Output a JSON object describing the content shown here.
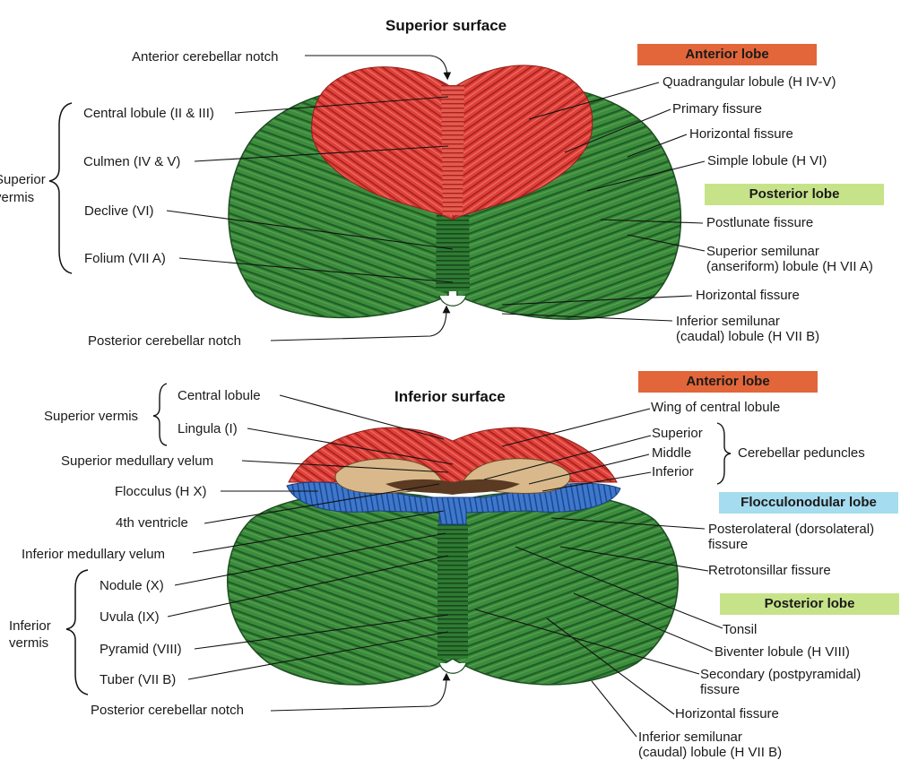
{
  "colors": {
    "anterior_lobe": "#e2663a",
    "posterior_lobe": "#c7e38a",
    "flocculonodular_lobe": "#a6dcef",
    "green_lobe": "#3b8b3c",
    "red_lobe": "#e0403a",
    "blue_lobe": "#3b76c9"
  },
  "superior": {
    "title": "Superior surface",
    "anterior_notch": "Anterior cerebellar notch",
    "posterior_notch": "Posterior cerebellar notch",
    "vermis_group": "Superior\nvermis",
    "vermis_items": [
      "Central lobule (II & III)",
      "Culmen (IV & V)",
      "Declive (VI)",
      "Folium (VII A)"
    ],
    "anterior_lobe_box": "Anterior lobe",
    "posterior_lobe_box": "Posterior lobe",
    "right_labels": {
      "quadrangular": "Quadrangular lobule (H IV-V)",
      "primary_fissure": "Primary fissure",
      "horizontal_fissure_1": "Horizontal fissure",
      "simple_lobule": "Simple lobule (H VI)",
      "postlunate": "Postlunate fissure",
      "superior_semilunar": "Superior semilunar\n(anseriform) lobule (H VII A)",
      "horizontal_fissure_2": "Horizontal fissure",
      "inferior_semilunar": "Inferior semilunar\n(caudal) lobule (H VII B)"
    }
  },
  "inferior": {
    "title": "Inferior surface",
    "superior_vermis_group": "Superior vermis",
    "central_lobule": "Central lobule",
    "lingula": "Lingula (I)",
    "superior_medullary_velum": "Superior medullary velum",
    "flocculus": "Flocculus (H X)",
    "fourth_ventricle": "4th ventricle",
    "inferior_medullary_velum": "Inferior medullary velum",
    "inferior_vermis_group": "Inferior\nvermis",
    "inferior_vermis_items": [
      "Nodule (X)",
      "Uvula (IX)",
      "Pyramid (VIII)",
      "Tuber (VII B)"
    ],
    "posterior_notch": "Posterior cerebellar notch",
    "anterior_lobe_box": "Anterior lobe",
    "flocculonodular_box": "Flocculonodular lobe",
    "posterior_lobe_box": "Posterior lobe",
    "right_labels": {
      "wing_central": "Wing of central lobule",
      "peduncle_superior": "Superior",
      "peduncle_middle": "Middle",
      "peduncle_inferior": "Inferior",
      "cerebellar_peduncles": "Cerebellar peduncles",
      "posterolateral": "Posterolateral (dorsolateral)\nfissure",
      "retrotonsillar": "Retrotonsillar fissure",
      "tonsil": "Tonsil",
      "biventer": "Biventer lobule (H VIII)",
      "secondary": "Secondary (postpyramidal)\nfissure",
      "horizontal_fissure": "Horizontal fissure",
      "inferior_semilunar": "Inferior semilunar\n(caudal) lobule (H VII B)"
    }
  }
}
